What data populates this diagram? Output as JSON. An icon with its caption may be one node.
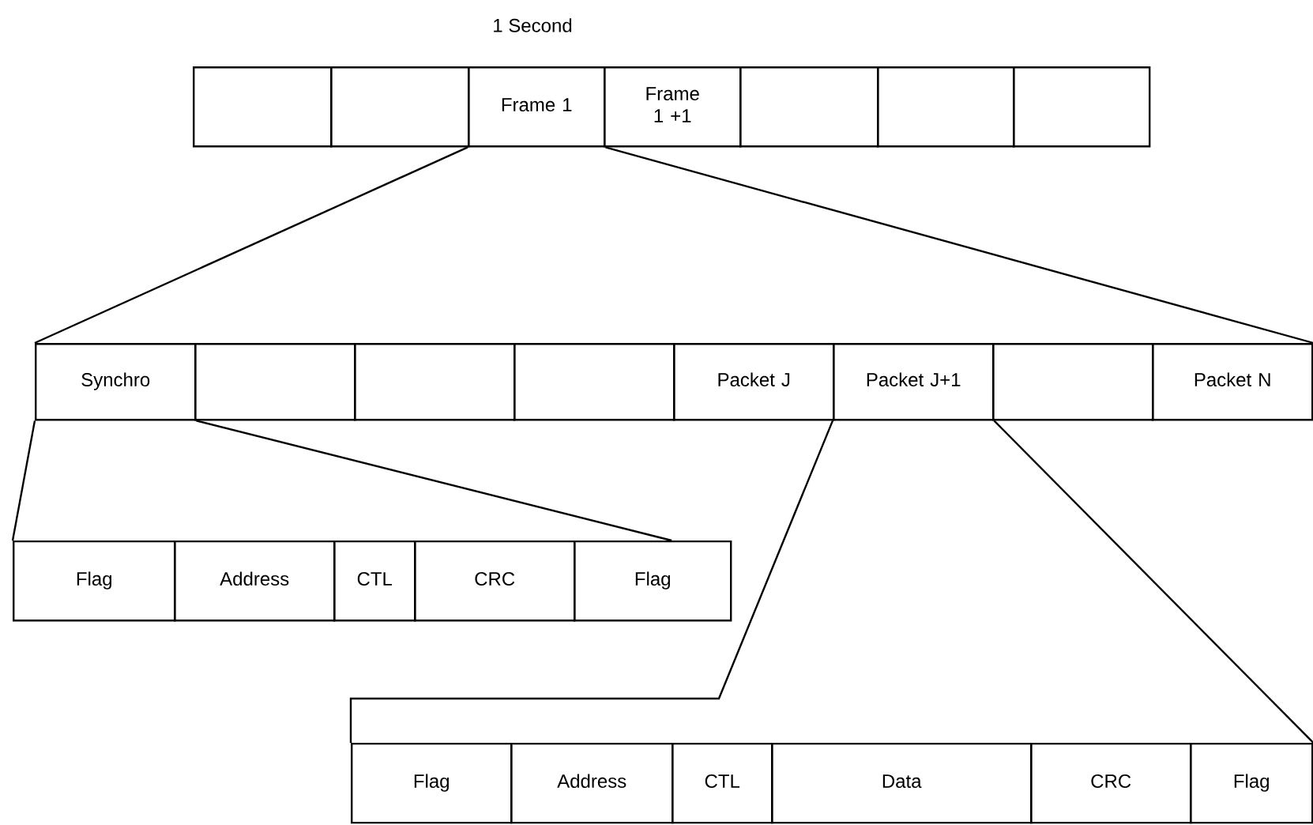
{
  "diagram": {
    "nodes": [
      {
        "text": [],
        "shape": "box"
      },
      {
        "text": [],
        "shape": "box"
      },
      {
        "text": [
          "Frame 1"
        ]
      },
      {
        "text": [
          "Frame 1 +1"
        ]
      },
      {
        "text": [],
        "shape": "box"
      },
      {
        "text": [],
        "shape": "box"
      },
      {
        "text": [],
        "shape": "box"
      },
      {
        "text": [
          "Synchro"
        ]
      },
      {
        "text": [],
        "shape": "box"
      },
      {
        "text": [],
        "shape": "box"
      },
      {
        "text": [],
        "shape": "box"
      },
      {
        "text": [
          "Packet J"
        ]
      },
      {
        "text": [
          "Packet J+1"
        ]
      },
      {
        "text": [],
        "shape": "box"
      },
      {
        "text": [
          "Packet N"
        ]
      },
      {
        "text": [
          "Flag"
        ]
      },
      {
        "text": [
          "Address"
        ]
      },
      {
        "text": [
          "CTL"
        ]
      },
      {
        "text": [
          "CRC"
        ]
      },
      {
        "text": [
          "Flag"
        ]
      },
      {
        "text": [
          "Flag"
        ]
      },
      {
        "text": [
          "Address"
        ]
      },
      {
        "text": [
          "CTL"
        ]
      },
      {
        "text": [
          "Data"
        ]
      },
      {
        "text": [
          "CRC"
        ]
      },
      {
        "text": [
          "Flag"
        ]
      }
    ],
    "edges": [
      {
        "from": 2,
        "to": 7,
        "arrow": "none"
      },
      {
        "from": 2,
        "to": 14,
        "arrow": "none"
      },
      {
        "from": 7,
        "to": 15,
        "arrow": "none"
      },
      {
        "from": 7,
        "to": 19,
        "arrow": "none"
      },
      {
        "from": 12,
        "to": 20,
        "arrow": "none"
      },
      {
        "from": 12,
        "to": 25,
        "arrow": "none"
      }
    ],
    "labels": [
      "1 Second"
    ]
  }
}
